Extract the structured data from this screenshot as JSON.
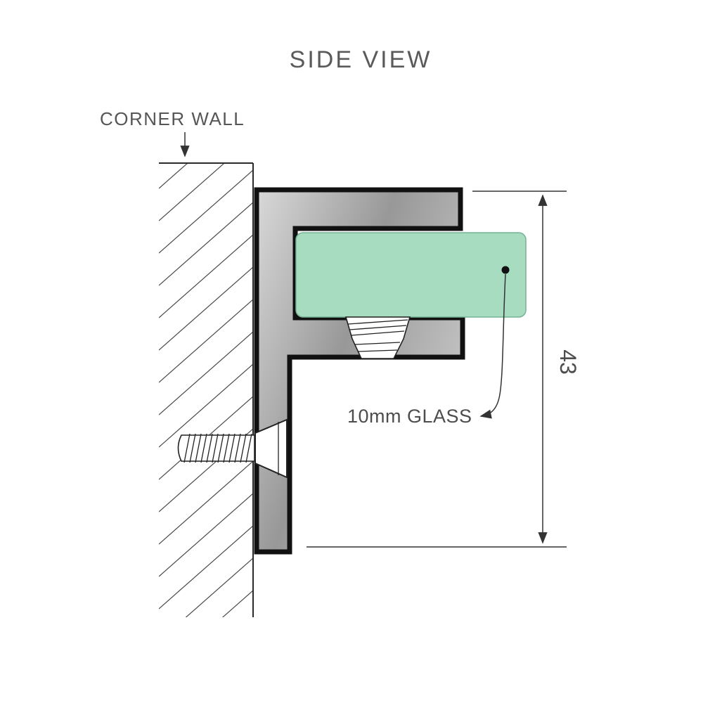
{
  "diagram": {
    "title": "SIDE VIEW",
    "wall_label": "CORNER WALL",
    "glass_label": "10mm GLASS",
    "dimension_value": "43",
    "colors": {
      "glass_fill": "#a7dcc1",
      "metal_light": "#d9d9d9",
      "metal_mid": "#989898",
      "metal_end": "#c6c6c6",
      "outline": "#111111",
      "text": "#555555"
    }
  }
}
